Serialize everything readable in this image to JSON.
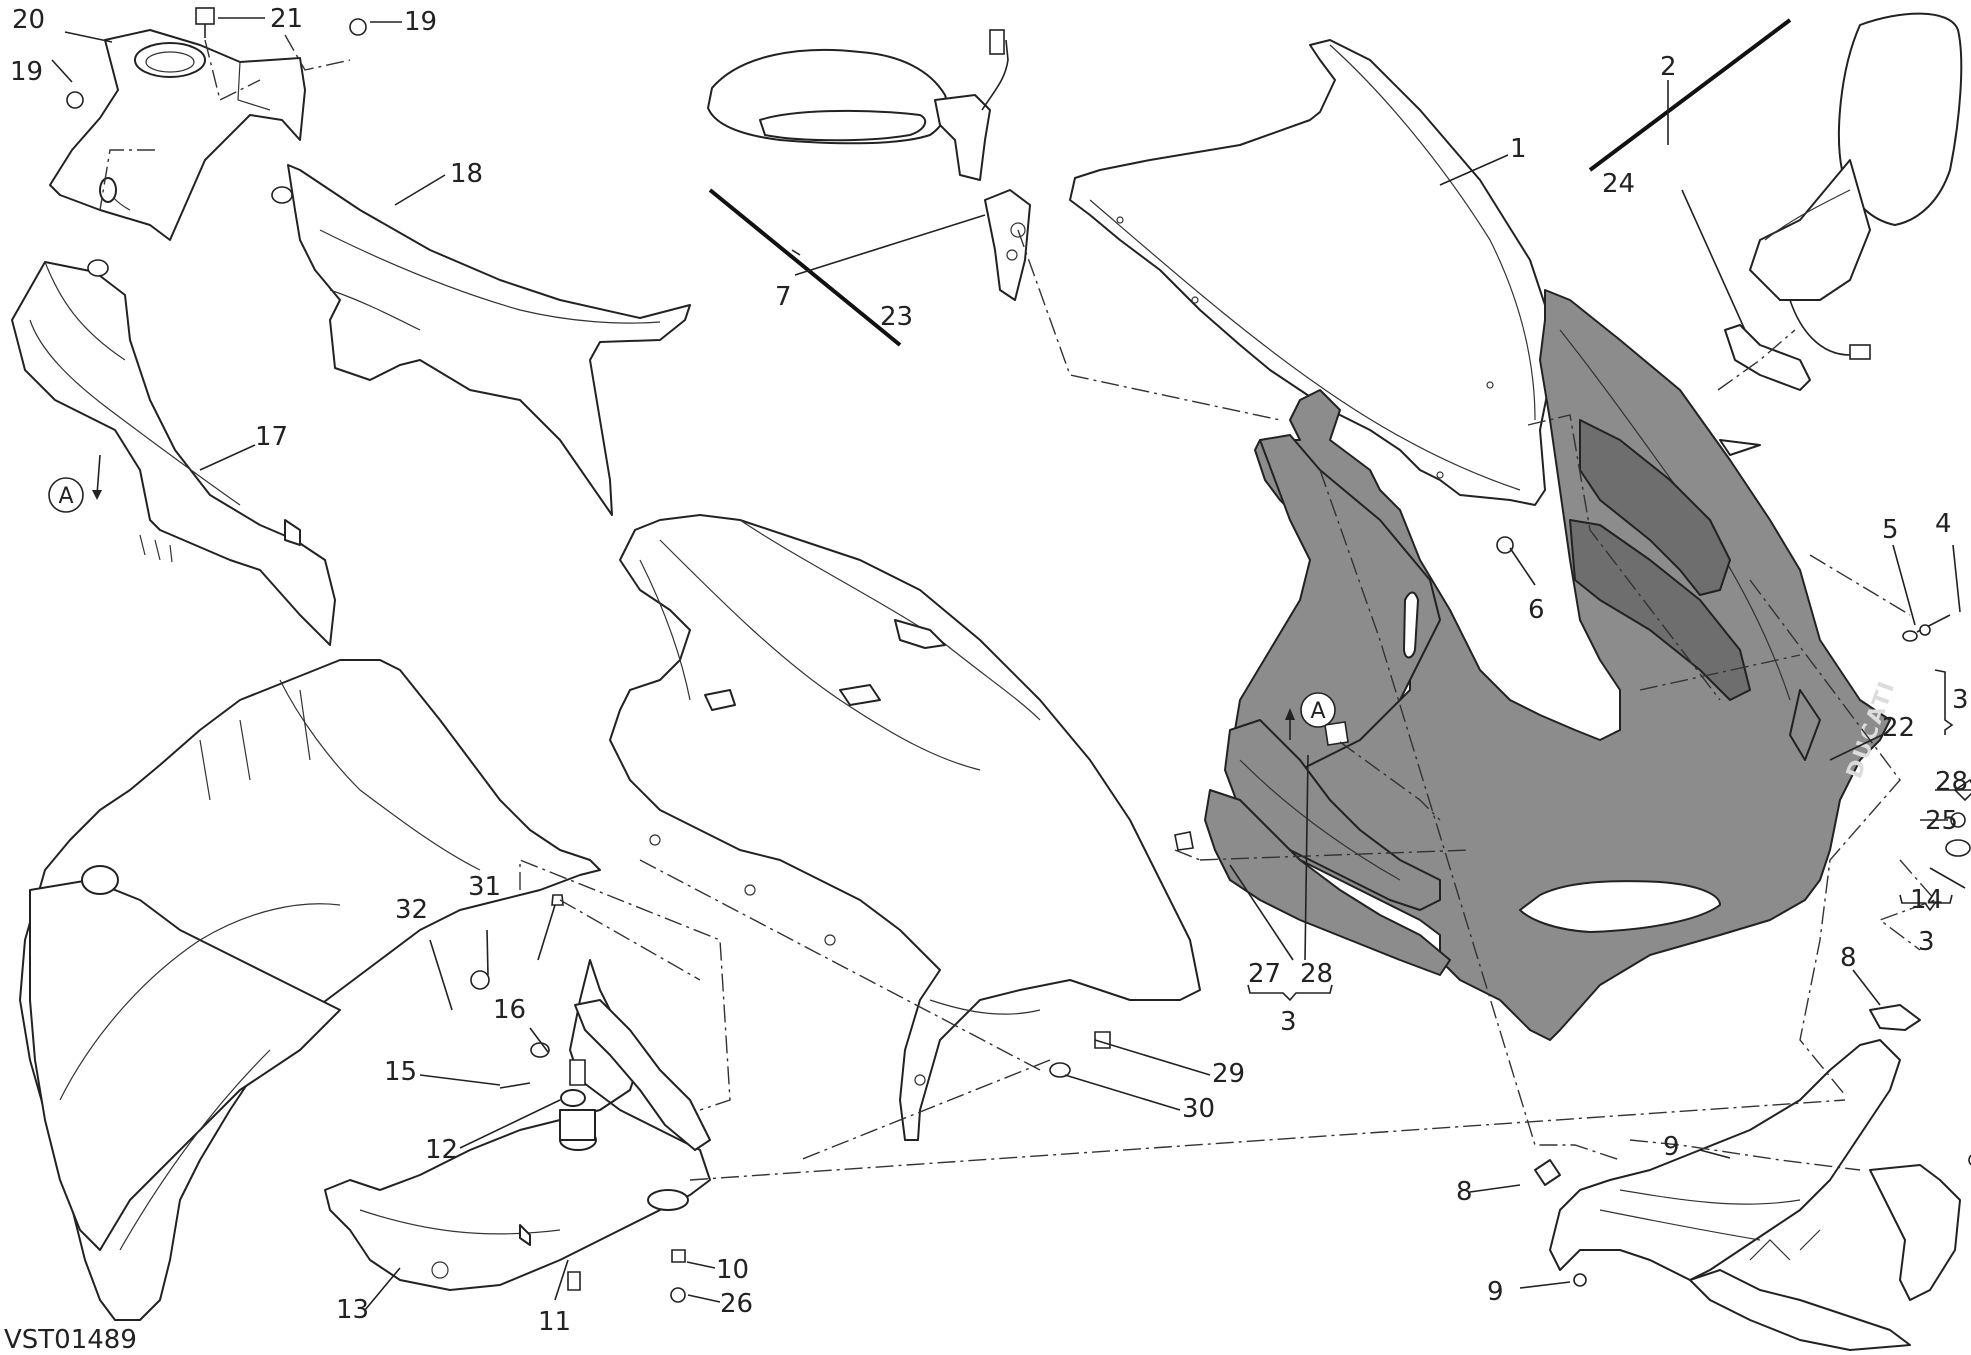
{
  "diagram": {
    "drawing_code": "VST01489",
    "view_marker": "A",
    "callouts": [
      {
        "id": "c1",
        "label": "1"
      },
      {
        "id": "c2",
        "label": "2"
      },
      {
        "id": "c3a",
        "label": "3"
      },
      {
        "id": "c3b",
        "label": "3"
      },
      {
        "id": "c3c",
        "label": "3"
      },
      {
        "id": "c4",
        "label": "4"
      },
      {
        "id": "c5",
        "label": "5"
      },
      {
        "id": "c6",
        "label": "6"
      },
      {
        "id": "c7",
        "label": "7"
      },
      {
        "id": "c8a",
        "label": "8"
      },
      {
        "id": "c8b",
        "label": "8"
      },
      {
        "id": "c9a",
        "label": "9"
      },
      {
        "id": "c9b",
        "label": "9"
      },
      {
        "id": "c10",
        "label": "10"
      },
      {
        "id": "c11",
        "label": "11"
      },
      {
        "id": "c12",
        "label": "12"
      },
      {
        "id": "c13",
        "label": "13"
      },
      {
        "id": "c14",
        "label": "14"
      },
      {
        "id": "c15",
        "label": "15"
      },
      {
        "id": "c16",
        "label": "16"
      },
      {
        "id": "c17",
        "label": "17"
      },
      {
        "id": "c18",
        "label": "18"
      },
      {
        "id": "c19a",
        "label": "19"
      },
      {
        "id": "c19b",
        "label": "19"
      },
      {
        "id": "c20",
        "label": "20"
      },
      {
        "id": "c21",
        "label": "21"
      },
      {
        "id": "c22",
        "label": "22"
      },
      {
        "id": "c23",
        "label": "23"
      },
      {
        "id": "c24",
        "label": "24"
      },
      {
        "id": "c25",
        "label": "25"
      },
      {
        "id": "c26",
        "label": "26"
      },
      {
        "id": "c27",
        "label": "27"
      },
      {
        "id": "c28a",
        "label": "28"
      },
      {
        "id": "c28b",
        "label": "28"
      },
      {
        "id": "c29",
        "label": "29"
      },
      {
        "id": "c30",
        "label": "30"
      },
      {
        "id": "c31",
        "label": "31"
      },
      {
        "id": "c32",
        "label": "32"
      }
    ]
  }
}
